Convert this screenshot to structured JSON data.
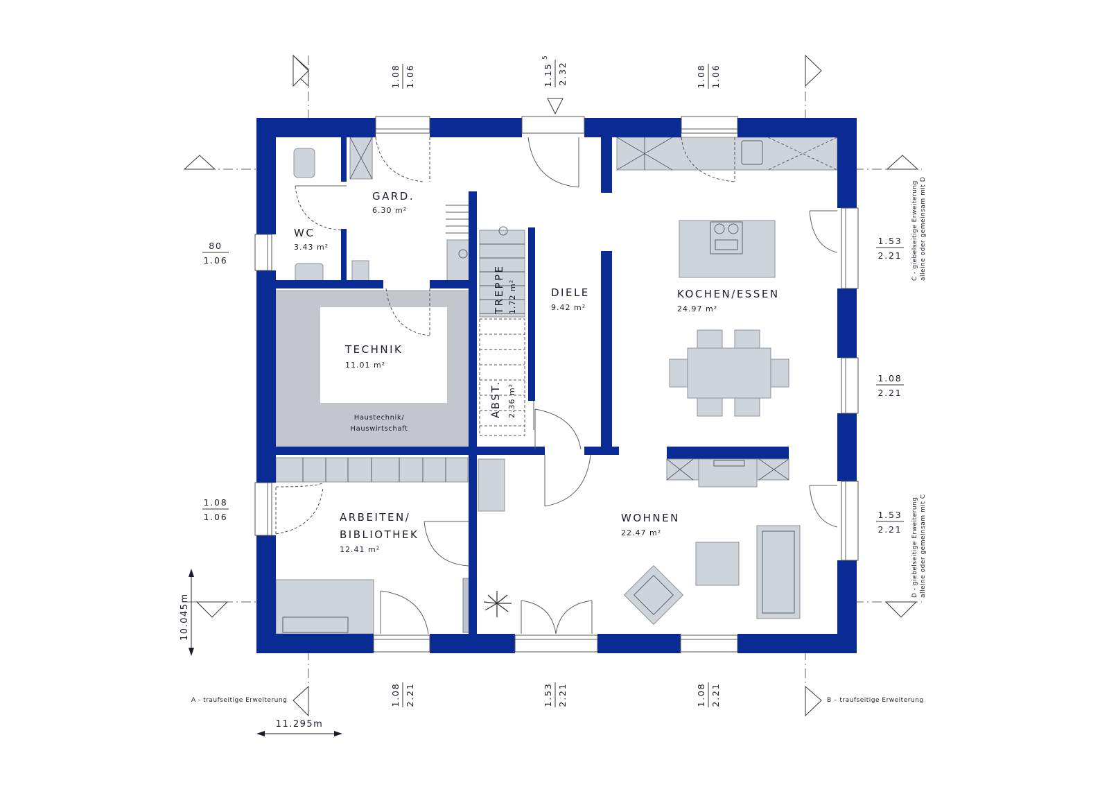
{
  "plan": {
    "rooms": {
      "gard": {
        "name": "GARD.",
        "area": "6.30 m²"
      },
      "wc": {
        "name": "WC",
        "area": "3.43 m²"
      },
      "technik": {
        "name": "TECHNIK",
        "area": "11.01 m²",
        "note_line1": "Haustechnik/",
        "note_line2": "Hauswirtschaft"
      },
      "diele": {
        "name": "DIELE",
        "area": "9.42 m²"
      },
      "treppe": {
        "name": "TREPPE",
        "area": "1.72 m²"
      },
      "abst": {
        "name": "ABST.",
        "area": "2.36 m²"
      },
      "kochen": {
        "name": "KOCHEN/ESSEN",
        "area": "24.97 m²"
      },
      "arbeiten": {
        "name_line1": "ARBEITEN/",
        "name_line2": "BIBLIOTHEK",
        "area": "12.41 m²"
      },
      "wohnen": {
        "name": "WOHNEN",
        "area": "22.47 m²"
      }
    },
    "dimensions": {
      "top_left": {
        "a": "1.08",
        "b": "1.06"
      },
      "top_mid": {
        "a": "1.15",
        "a_sup": "5",
        "b": "2.32"
      },
      "top_right": {
        "a": "1.08",
        "b": "1.06"
      },
      "left_upper": {
        "a": "80",
        "b": "1.06"
      },
      "left_lower": {
        "a": "1.08",
        "b": "1.06"
      },
      "right_1": {
        "a": "1.53",
        "b": "2.21"
      },
      "right_2": {
        "a": "1.08",
        "b": "2.21"
      },
      "right_3": {
        "a": "1.53",
        "b": "2.21"
      },
      "bottom_left": {
        "a": "1.08",
        "b": "2.21"
      },
      "bottom_mid": {
        "a": "1.53",
        "b": "2.21"
      },
      "bottom_right": {
        "a": "1.08",
        "b": "2.21"
      }
    },
    "overall": {
      "height": "10.045m",
      "width": "11.295m"
    },
    "extensions": {
      "a": "A - traufseitige Erweiterung",
      "b": "B – traufseitige Erweiterung",
      "c_line1": "C - giebelseitige Erweiterung",
      "c_line2": "alleine oder gemeinsam mit D",
      "d_line1": "D - giebelseitige Erweiterung",
      "d_line2": "alleine oder gemeinsam mit C"
    },
    "colors": {
      "wall": "#0a2b94",
      "furniture": "#cfd3da",
      "technik_fill": "#c3c6cc"
    }
  }
}
